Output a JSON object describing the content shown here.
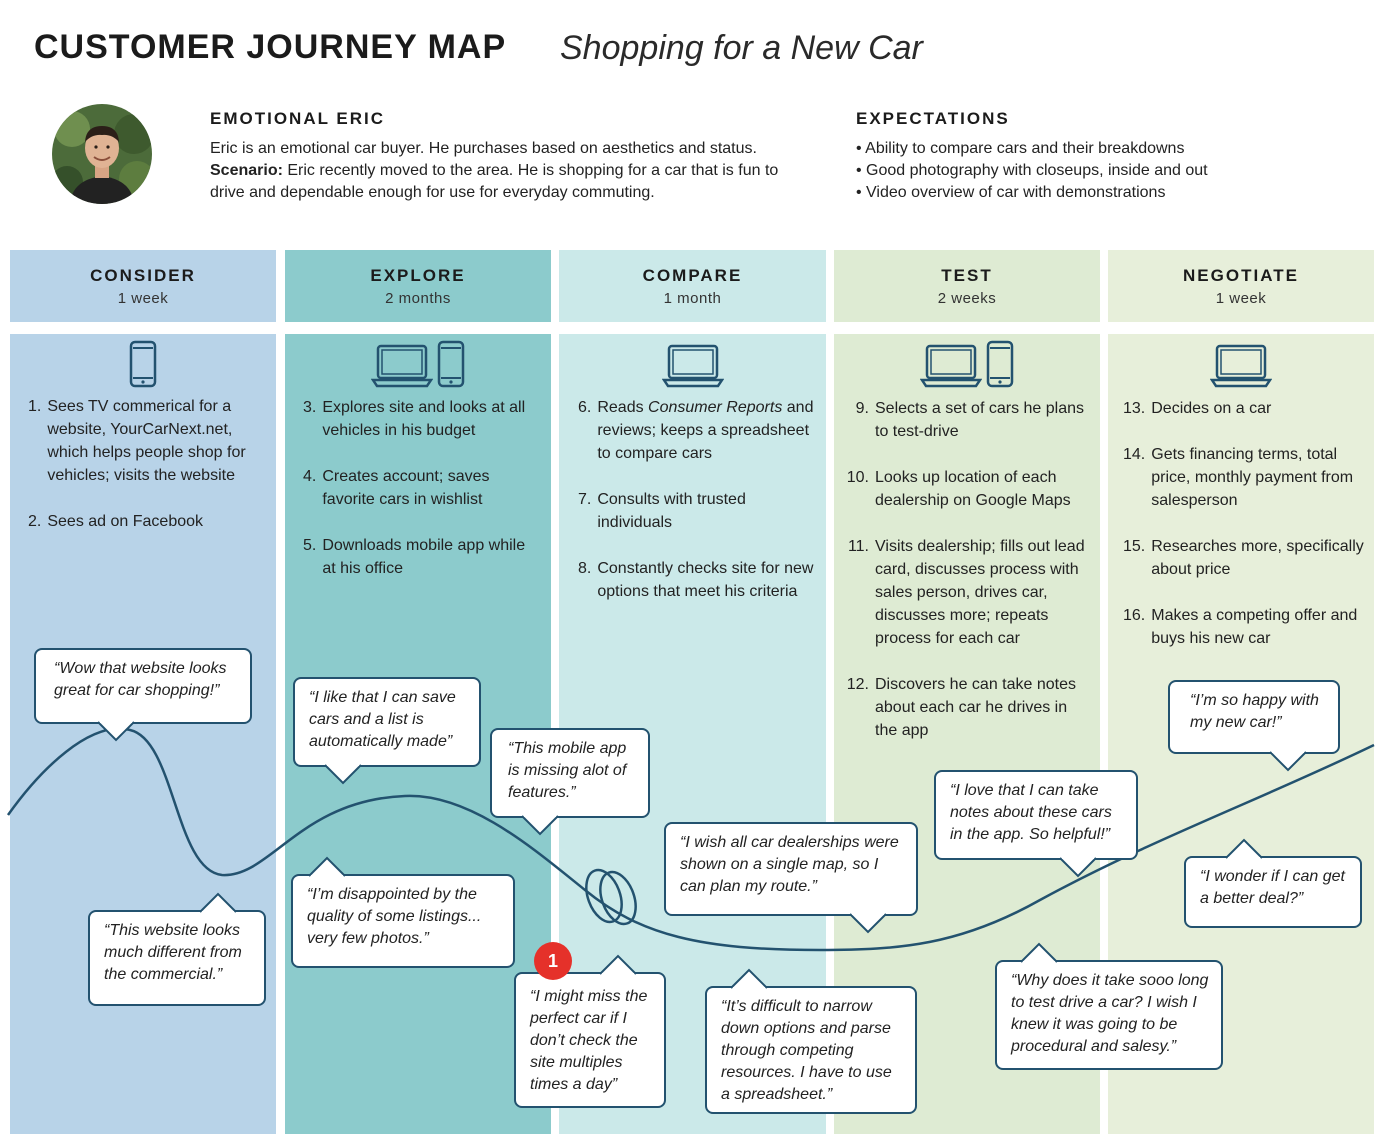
{
  "header": {
    "title": "CUSTOMER JOURNEY MAP",
    "subtitle": "Shopping for a New Car"
  },
  "persona": {
    "name": "EMOTIONAL ERIC",
    "description": "Eric is an emotional car buyer. He purchases based on aesthetics and status.",
    "scenario_label": "Scenario:",
    "scenario_text": " Eric recently moved to the area. He is shopping for a car that is fun to drive and dependable enough for use for everyday commuting."
  },
  "expectations": {
    "title": "EXPECTATIONS",
    "items": [
      "Ability to compare cars and their breakdowns",
      "Good photography with closeups, inside and out",
      "Video overview of car with demonstrations"
    ]
  },
  "colors": {
    "consider": "#b8d3e8",
    "explore": "#8ccbcc",
    "compare": "#cbe9e9",
    "test": "#deebd3",
    "negotiate": "#e7efda",
    "line": "#23526f",
    "badge": "#e5312a"
  },
  "stages": [
    {
      "name": "CONSIDER",
      "duration": "1 week",
      "devices": [
        "phone-icon"
      ],
      "steps": [
        {
          "n": "1.",
          "t": "Sees TV commerical for a website, YourCarNext.net, which helps people shop for vehicles; visits the website"
        },
        {
          "n": "2.",
          "t": "Sees ad on Facebook"
        }
      ]
    },
    {
      "name": "EXPLORE",
      "duration": "2 months",
      "devices": [
        "laptop-icon",
        "phone-icon"
      ],
      "steps": [
        {
          "n": "3.",
          "t": "Explores site and looks at all vehicles in his budget"
        },
        {
          "n": "4.",
          "t": "Creates account; saves favorite cars in wishlist"
        },
        {
          "n": "5.",
          "t": "Downloads mobile app while at his office"
        }
      ]
    },
    {
      "name": "COMPARE",
      "duration": "1 month",
      "devices": [
        "laptop-icon"
      ],
      "steps": [
        {
          "n": "6.",
          "t": "Reads Consumer Reports and reviews; keeps a spreadsheet to compare cars"
        },
        {
          "n": "7.",
          "t": "Consults with trusted individuals"
        },
        {
          "n": "8.",
          "t": "Constantly checks site for new options that meet his criteria"
        }
      ]
    },
    {
      "name": "TEST",
      "duration": "2 weeks",
      "devices": [
        "laptop-icon",
        "phone-icon"
      ],
      "steps": [
        {
          "n": "9.",
          "t": "Selects a set of cars he plans to test-drive"
        },
        {
          "n": "10.",
          "t": "Looks up location of each dealership on Google Maps"
        },
        {
          "n": "11.",
          "t": "Visits dealership; fills out lead card, discusses process with sales person, drives car, discusses more; repeats process for each car"
        },
        {
          "n": "12.",
          "t": "Discovers he can take notes about each car he drives in the app"
        }
      ]
    },
    {
      "name": "NEGOTIATE",
      "duration": "1 week",
      "devices": [
        "laptop-icon"
      ],
      "steps": [
        {
          "n": "13.",
          "t": "Decides on a car"
        },
        {
          "n": "14.",
          "t": "Gets financing terms, total price, monthly payment from salesperson"
        },
        {
          "n": "15.",
          "t": "Researches more, specifically about price"
        },
        {
          "n": "16.",
          "t": "Makes a competing offer and buys his new car"
        }
      ]
    }
  ],
  "quotes": [
    "“Wow that website looks great for car shopping!”",
    "“This website looks much different from the commercial.”",
    "“I like that I can save cars and a list is automatically made”",
    "“I’m disappointed by the quality of some listings... very few photos.”",
    "“This mobile app is missing alot of features.”",
    "“I might miss the perfect car if I don’t check the site multiples times a day”",
    "“It’s difficult to narrow down options and parse through competing resources. I have to use a spreadsheet.”",
    "“I wish all car dealerships were shown on a single map, so I can plan my route.”",
    "“I love that I can take notes about these cars in the app. So helpful!”",
    "“Why does it take sooo long to test drive a car? I wish I knew it was going to be procedural and salesy.”",
    "“I’m so happy with my new car!”",
    "“I wonder if I can get a better deal?”"
  ],
  "badge": "1"
}
